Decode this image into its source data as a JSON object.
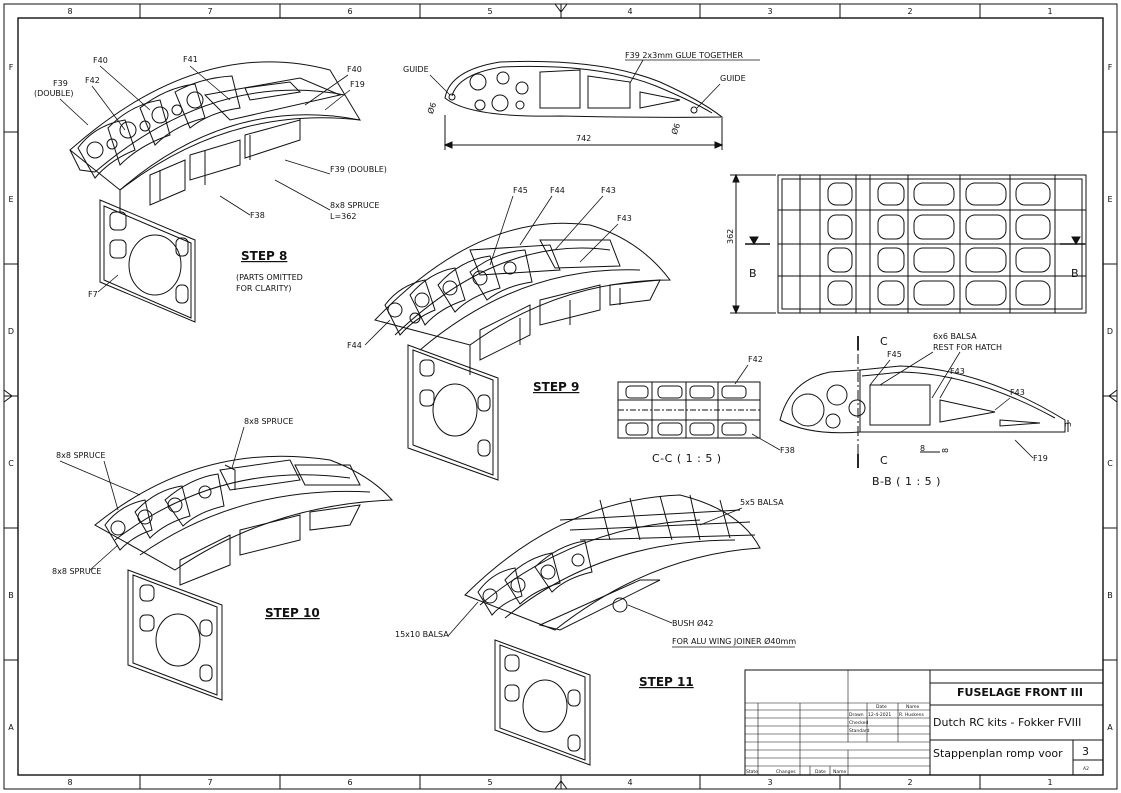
{
  "sheet": {
    "columns": [
      "8",
      "7",
      "6",
      "5",
      "4",
      "3",
      "2",
      "1"
    ],
    "rows": [
      "F",
      "E",
      "D",
      "C",
      "B",
      "A"
    ]
  },
  "step8": {
    "title": "STEP 8",
    "note_line1": "(PARTS OMITTED",
    "note_line2": "FOR CLARITY)",
    "labels": {
      "f40a": "F40",
      "f41": "F41",
      "f40b": "F40",
      "f19": "F19",
      "f39": "F39",
      "double": "(DOUBLE)",
      "f42": "F42",
      "f39double": "F39 (DOUBLE)",
      "spruce": "8x8 SPRUCE",
      "length": "L=362",
      "f38": "F38",
      "f7": "F7"
    }
  },
  "step9": {
    "title": "STEP 9",
    "labels": {
      "f45": "F45",
      "f44a": "F44",
      "f43a": "F43",
      "f43b": "F43",
      "f44b": "F44"
    }
  },
  "step10": {
    "title": "STEP 10",
    "labels": {
      "spruce_top": "8x8 SPRUCE",
      "spruce_left": "8x8 SPRUCE",
      "spruce_bottom": "8x8 SPRUCE"
    }
  },
  "step11": {
    "title": "STEP 11",
    "labels": {
      "balsa5": "5x5 BALSA",
      "balsa15": "15x10 BALSA",
      "bush": "BUSH Ø42",
      "joiner": "FOR ALU WING JOINER Ø40mm"
    }
  },
  "profile_top": {
    "glue": "F39 2x3mm GLUE TOGETHER",
    "guide_left": "GUIDE",
    "guide_right": "GUIDE",
    "dia_left": "Ø6",
    "dia_right": "Ø6",
    "width": "742"
  },
  "plan_view": {
    "height": "362",
    "cut_left": "B",
    "cut_right": "B"
  },
  "section_cc": {
    "title": "C-C ( 1 : 5 )",
    "f42": "F42",
    "f38": "F38"
  },
  "section_bb": {
    "title": "B-B ( 1 : 5 )",
    "cut_top": "C",
    "cut_bottom": "C",
    "balsa": "6x6 BALSA",
    "hatch": "REST FOR HATCH",
    "f45": "F45",
    "f43a": "F43",
    "f43b": "F43",
    "f19": "F19",
    "dim8a": "8",
    "dim8b": "8",
    "dim3": "3"
  },
  "title_block": {
    "title": "FUSELAGE FRONT III",
    "company": "Dutch RC kits - Fokker FVIII",
    "subtitle": "Stappenplan romp voor",
    "sheet_no": "3",
    "format": "A2",
    "col_date": "Date",
    "col_name": "Name",
    "row_drawn": "Drawn",
    "row_checked": "Checked",
    "row_standard": "Standard",
    "drawn_date": "12-4-2021",
    "drawn_name": "R. Huskens",
    "rev_state": "State",
    "rev_changes": "Changes",
    "rev_date": "Date",
    "rev_name": "Name"
  }
}
